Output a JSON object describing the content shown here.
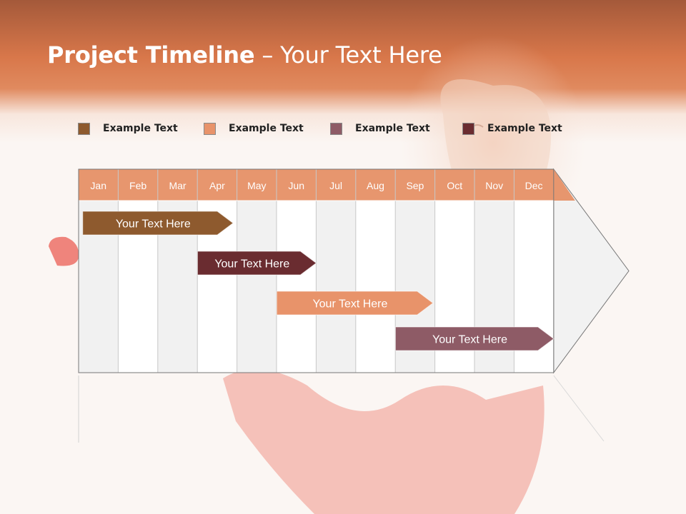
{
  "slide": {
    "title_bold": "Project Timeline",
    "title_rest": " – Your Text Here"
  },
  "legend": [
    {
      "label": "Example Text",
      "color": "#8e5a2e"
    },
    {
      "label": "Example Text",
      "color": "#e8936a"
    },
    {
      "label": "Example Text",
      "color": "#8e5b66"
    },
    {
      "label": "Example Text",
      "color": "#6a2c30"
    }
  ],
  "chart_data": {
    "type": "gantt",
    "months": [
      "Jan",
      "Feb",
      "Mar",
      "Apr",
      "May",
      "Jun",
      "Jul",
      "Aug",
      "Sep",
      "Oct",
      "Nov",
      "Dec"
    ],
    "tasks": [
      {
        "label": "Your  Text Here",
        "start_month": 1.05,
        "end_month": 4.9,
        "color": "#8e5a2e"
      },
      {
        "label": "Your  Text Here",
        "start_month": 3.95,
        "end_month": 7.0,
        "color": "#6a2c30"
      },
      {
        "label": "Your  Text Here",
        "start_month": 5.95,
        "end_month": 9.95,
        "color": "#e8936a"
      },
      {
        "label": "Your  Text Here",
        "start_month": 8.95,
        "end_month": 13.0,
        "color": "#8e5b66"
      }
    ]
  },
  "colors": {
    "month_header": "#e7966e",
    "column_shade": "#f1f1f1",
    "column_white": "#ffffff",
    "grid_line": "#c8c8c8"
  }
}
